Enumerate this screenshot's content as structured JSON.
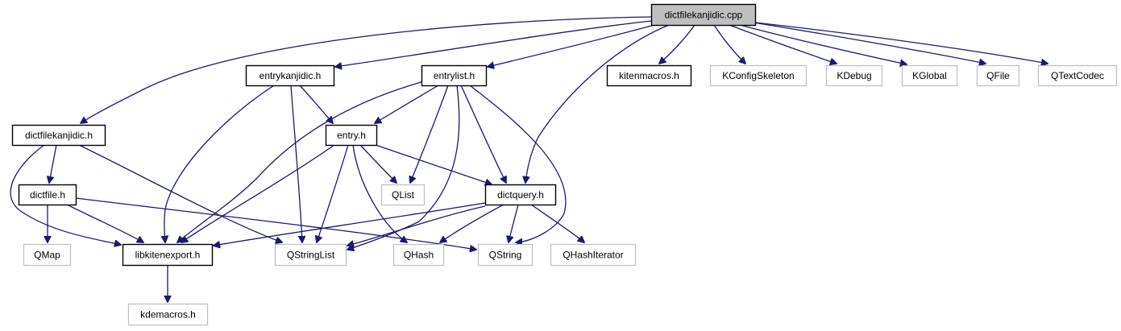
{
  "diagram": {
    "title": "Include dependency graph for dictfilekanjidic.cpp",
    "edge_color": "#191970",
    "nodes": [
      {
        "id": "dictfilekanjidic_cpp",
        "label": "dictfilekanjidic.cpp",
        "kind": "root",
        "fill": "#bfbfbf",
        "border": "#000000"
      },
      {
        "id": "entrykanjidic_h",
        "label": "entrykanjidic.h",
        "kind": "documented",
        "fill": "#ffffff",
        "border": "#000000"
      },
      {
        "id": "entrylist_h",
        "label": "entrylist.h",
        "kind": "documented",
        "fill": "#ffffff",
        "border": "#000000"
      },
      {
        "id": "kitenmacros_h",
        "label": "kitenmacros.h",
        "kind": "documented",
        "fill": "#ffffff",
        "border": "#000000"
      },
      {
        "id": "KConfigSkeleton",
        "label": "KConfigSkeleton",
        "kind": "external",
        "fill": "#ffffff",
        "border": "#bfbfbf"
      },
      {
        "id": "KDebug",
        "label": "KDebug",
        "kind": "external",
        "fill": "#ffffff",
        "border": "#bfbfbf"
      },
      {
        "id": "KGlobal",
        "label": "KGlobal",
        "kind": "external",
        "fill": "#ffffff",
        "border": "#bfbfbf"
      },
      {
        "id": "QFile",
        "label": "QFile",
        "kind": "external",
        "fill": "#ffffff",
        "border": "#bfbfbf"
      },
      {
        "id": "QTextCodec",
        "label": "QTextCodec",
        "kind": "external",
        "fill": "#ffffff",
        "border": "#bfbfbf"
      },
      {
        "id": "dictfilekanjidic_h",
        "label": "dictfilekanjidic.h",
        "kind": "documented",
        "fill": "#ffffff",
        "border": "#000000"
      },
      {
        "id": "entry_h",
        "label": "entry.h",
        "kind": "documented",
        "fill": "#ffffff",
        "border": "#000000"
      },
      {
        "id": "dictfile_h",
        "label": "dictfile.h",
        "kind": "documented",
        "fill": "#ffffff",
        "border": "#000000"
      },
      {
        "id": "QList",
        "label": "QList",
        "kind": "external",
        "fill": "#ffffff",
        "border": "#bfbfbf"
      },
      {
        "id": "dictquery_h",
        "label": "dictquery.h",
        "kind": "documented",
        "fill": "#ffffff",
        "border": "#000000"
      },
      {
        "id": "QMap",
        "label": "QMap",
        "kind": "external",
        "fill": "#ffffff",
        "border": "#bfbfbf"
      },
      {
        "id": "libkitenexport_h",
        "label": "libkitenexport.h",
        "kind": "documented",
        "fill": "#ffffff",
        "border": "#000000"
      },
      {
        "id": "QStringList",
        "label": "QStringList",
        "kind": "external",
        "fill": "#ffffff",
        "border": "#bfbfbf"
      },
      {
        "id": "QHash",
        "label": "QHash",
        "kind": "external",
        "fill": "#ffffff",
        "border": "#bfbfbf"
      },
      {
        "id": "QString",
        "label": "QString",
        "kind": "external",
        "fill": "#ffffff",
        "border": "#bfbfbf"
      },
      {
        "id": "QHashIterator",
        "label": "QHashIterator",
        "kind": "external",
        "fill": "#ffffff",
        "border": "#bfbfbf"
      },
      {
        "id": "kdemacros_h",
        "label": "kdemacros.h",
        "kind": "external",
        "fill": "#ffffff",
        "border": "#bfbfbf"
      }
    ],
    "edges": [
      {
        "from": "dictfilekanjidic_cpp",
        "to": "dictfilekanjidic_h"
      },
      {
        "from": "dictfilekanjidic_cpp",
        "to": "entrykanjidic_h"
      },
      {
        "from": "dictfilekanjidic_cpp",
        "to": "entrylist_h"
      },
      {
        "from": "dictfilekanjidic_cpp",
        "to": "dictquery_h"
      },
      {
        "from": "dictfilekanjidic_cpp",
        "to": "kitenmacros_h"
      },
      {
        "from": "dictfilekanjidic_cpp",
        "to": "KConfigSkeleton"
      },
      {
        "from": "dictfilekanjidic_cpp",
        "to": "KDebug"
      },
      {
        "from": "dictfilekanjidic_cpp",
        "to": "KGlobal"
      },
      {
        "from": "dictfilekanjidic_cpp",
        "to": "QFile"
      },
      {
        "from": "dictfilekanjidic_cpp",
        "to": "QTextCodec"
      },
      {
        "from": "entrykanjidic_h",
        "to": "entry_h"
      },
      {
        "from": "entrykanjidic_h",
        "to": "libkitenexport_h"
      },
      {
        "from": "entrykanjidic_h",
        "to": "QStringList"
      },
      {
        "from": "entrylist_h",
        "to": "entry_h"
      },
      {
        "from": "entrylist_h",
        "to": "libkitenexport_h"
      },
      {
        "from": "entrylist_h",
        "to": "QList"
      },
      {
        "from": "entrylist_h",
        "to": "QStringList"
      },
      {
        "from": "entrylist_h",
        "to": "dictquery_h"
      },
      {
        "from": "entrylist_h",
        "to": "QString"
      },
      {
        "from": "dictfilekanjidic_h",
        "to": "dictfile_h"
      },
      {
        "from": "dictfilekanjidic_h",
        "to": "libkitenexport_h"
      },
      {
        "from": "dictfilekanjidic_h",
        "to": "QStringList"
      },
      {
        "from": "entry_h",
        "to": "libkitenexport_h"
      },
      {
        "from": "entry_h",
        "to": "QList"
      },
      {
        "from": "entry_h",
        "to": "QStringList"
      },
      {
        "from": "entry_h",
        "to": "QHash"
      },
      {
        "from": "entry_h",
        "to": "dictquery_h"
      },
      {
        "from": "dictfile_h",
        "to": "QMap"
      },
      {
        "from": "dictfile_h",
        "to": "libkitenexport_h"
      },
      {
        "from": "dictfile_h",
        "to": "QString"
      },
      {
        "from": "dictquery_h",
        "to": "libkitenexport_h"
      },
      {
        "from": "dictquery_h",
        "to": "QStringList"
      },
      {
        "from": "dictquery_h",
        "to": "QHash"
      },
      {
        "from": "dictquery_h",
        "to": "QString"
      },
      {
        "from": "dictquery_h",
        "to": "QHashIterator"
      },
      {
        "from": "libkitenexport_h",
        "to": "kdemacros_h"
      }
    ]
  }
}
